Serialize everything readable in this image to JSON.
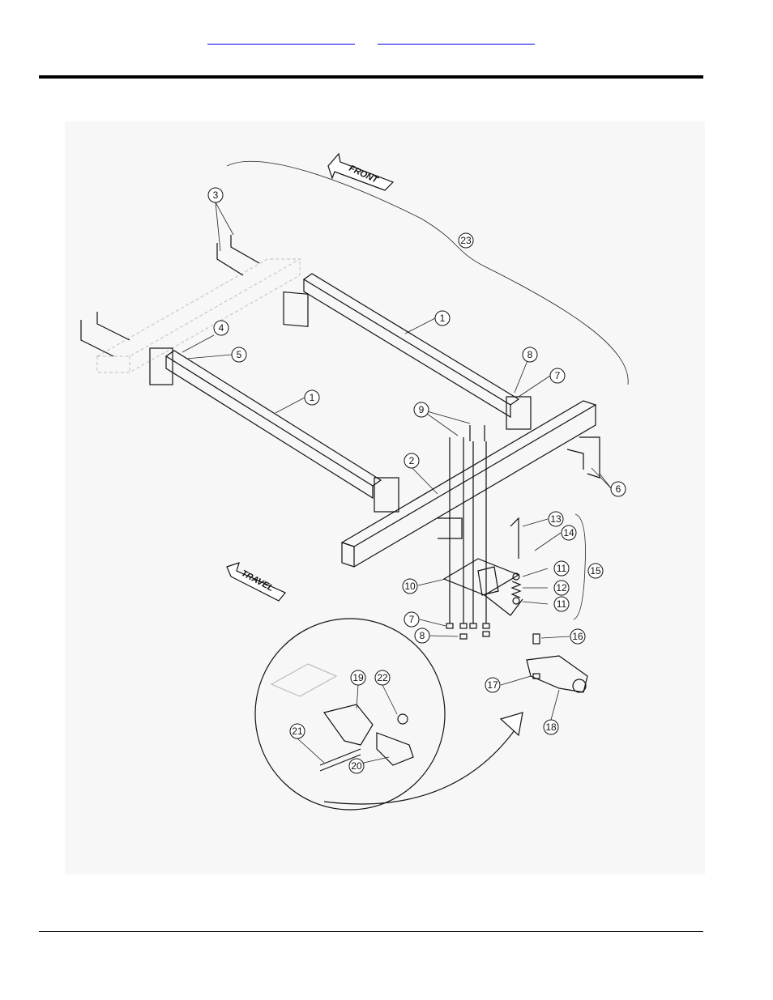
{
  "nav": {
    "link_a": "",
    "link_b": ""
  },
  "arrows": {
    "front": "FRONT",
    "travel": "TRAVEL"
  },
  "callouts": [
    "1",
    "1",
    "2",
    "3",
    "4",
    "5",
    "6",
    "7",
    "7",
    "8",
    "8",
    "9",
    "10",
    "11",
    "11",
    "12",
    "13",
    "14",
    "15",
    "16",
    "17",
    "18",
    "19",
    "20",
    "21",
    "22",
    "23"
  ]
}
